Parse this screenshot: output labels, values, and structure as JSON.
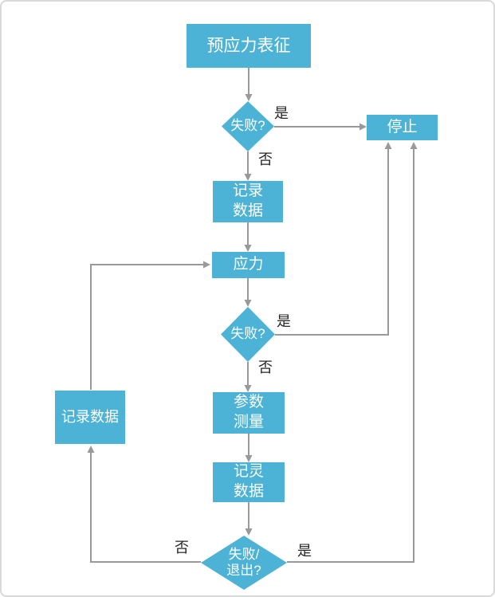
{
  "diagram": {
    "nodes": {
      "start": {
        "label": "预应力表征",
        "type": "process"
      },
      "decision1": {
        "label": "失败?",
        "type": "decision"
      },
      "record_top": {
        "label": "记录\n数据",
        "type": "process"
      },
      "stress": {
        "label": "应力",
        "type": "process"
      },
      "decision2": {
        "label": "失败?",
        "type": "decision"
      },
      "param_measure": {
        "label": "参数\n测量",
        "type": "process"
      },
      "record_mid": {
        "label": "记灵\n数据",
        "type": "process"
      },
      "decision_exit": {
        "label": "失败/\n退出?",
        "type": "decision"
      },
      "stop": {
        "label": "停止",
        "type": "process"
      },
      "record_left": {
        "label": "记录数据",
        "type": "process"
      }
    },
    "edge_labels": {
      "yes1": "是",
      "no1": "否",
      "yes2": "是",
      "no2": "否",
      "yes3": "是",
      "no3": "否"
    },
    "colors": {
      "node_fill": "#4db3d6",
      "node_text": "#ffffff",
      "connector": "#999999",
      "label_text": "#262626",
      "frame_border": "#d9d9d9",
      "background": "#ffffff"
    }
  }
}
